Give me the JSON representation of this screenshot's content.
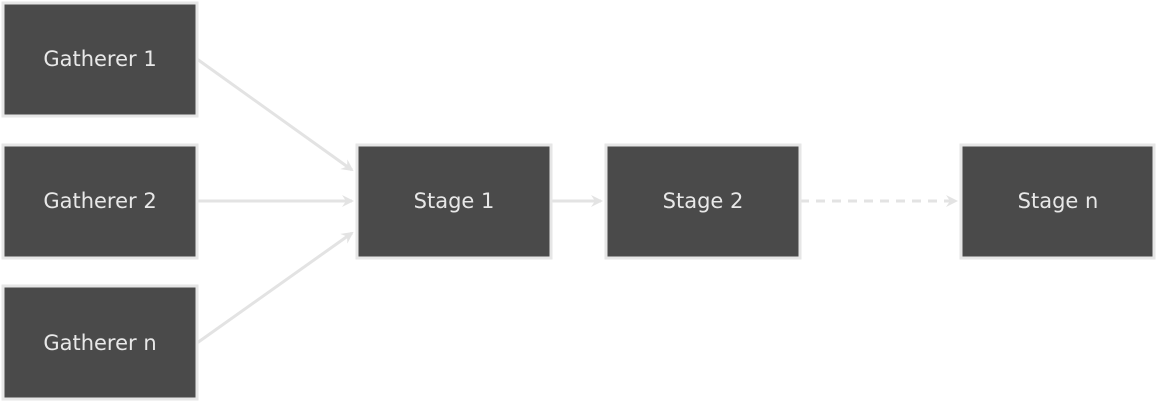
{
  "colors": {
    "node_fill": "#4a4a4a",
    "node_border": "#e6e6e6",
    "label_text": "#e8e8e8",
    "edge": "#e3e3e3",
    "background": "#ffffff"
  },
  "nodes": {
    "gatherer_1": {
      "label": "Gatherer 1"
    },
    "gatherer_2": {
      "label": "Gatherer 2"
    },
    "gatherer_n": {
      "label": "Gatherer n"
    },
    "stage_1": {
      "label": "Stage 1"
    },
    "stage_2": {
      "label": "Stage 2"
    },
    "stage_n": {
      "label": "Stage n"
    }
  },
  "edges": [
    {
      "from": "gatherer_1",
      "to": "stage_1",
      "style": "solid"
    },
    {
      "from": "gatherer_2",
      "to": "stage_1",
      "style": "solid"
    },
    {
      "from": "gatherer_n",
      "to": "stage_1",
      "style": "solid"
    },
    {
      "from": "stage_1",
      "to": "stage_2",
      "style": "solid"
    },
    {
      "from": "stage_2",
      "to": "stage_n",
      "style": "dashed"
    }
  ]
}
